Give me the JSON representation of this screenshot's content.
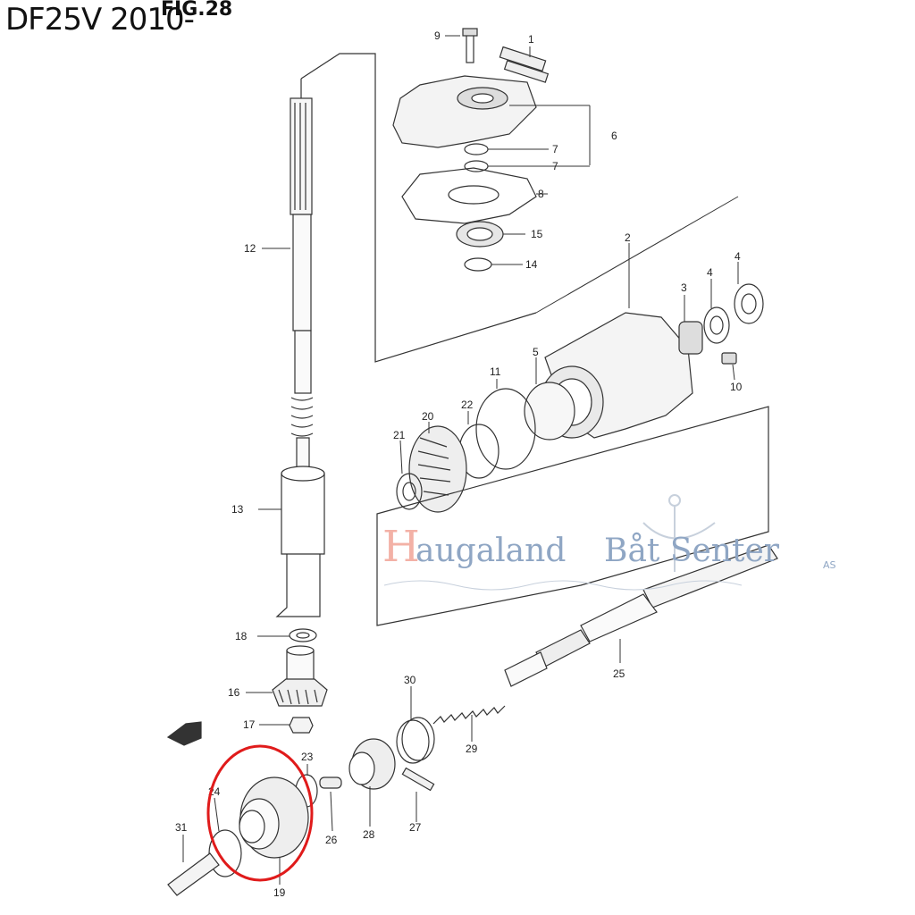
{
  "header": {
    "model": "DF25V 2010-",
    "fig": "FIG.28"
  },
  "watermark": {
    "first_letter": "H",
    "word1": "augaland",
    "word2": "Båt Senter",
    "suffix": "AS",
    "color_h": "#f3b1a6",
    "color_main": "#8fa6c4"
  },
  "highlight": {
    "color": "#e01b1b",
    "target_part": "19"
  },
  "part_labels": [
    "1",
    "2",
    "3",
    "4",
    "4",
    "5",
    "6",
    "7",
    "7",
    "8",
    "9",
    "10",
    "11",
    "12",
    "13",
    "14",
    "15",
    "16",
    "17",
    "18",
    "19",
    "20",
    "21",
    "22",
    "23",
    "24",
    "25",
    "26",
    "27",
    "28",
    "29",
    "30",
    "31"
  ]
}
